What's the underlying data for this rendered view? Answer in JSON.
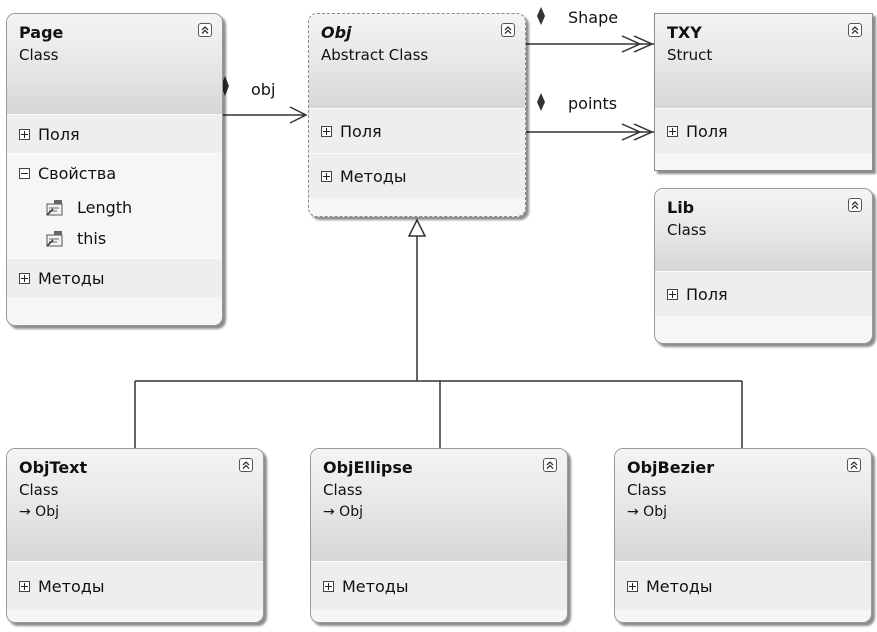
{
  "classes": {
    "page": {
      "name": "Page",
      "stereotype": "Class",
      "sections": [
        "Поля",
        "Свойства",
        "Методы"
      ],
      "properties": [
        "Length",
        "this"
      ]
    },
    "obj": {
      "name": "Obj",
      "stereotype": "Abstract Class",
      "sections": [
        "Поля",
        "Методы"
      ]
    },
    "txy": {
      "name": "TXY",
      "stereotype": "Struct",
      "sections": [
        "Поля"
      ]
    },
    "lib": {
      "name": "Lib",
      "stereotype": "Class",
      "sections": [
        "Поля"
      ]
    },
    "objtext": {
      "name": "ObjText",
      "stereotype": "Class",
      "inherits": "→ Obj",
      "sections": [
        "Методы"
      ]
    },
    "objellipse": {
      "name": "ObjEllipse",
      "stereotype": "Class",
      "inherits": "→ Obj",
      "sections": [
        "Методы"
      ]
    },
    "objbezier": {
      "name": "ObjBezier",
      "stereotype": "Class",
      "inherits": "→ Obj",
      "sections": [
        "Методы"
      ]
    }
  },
  "associations": {
    "page_obj": "obj",
    "obj_txy_shape": "Shape",
    "obj_txy_points": "points"
  },
  "colors": {
    "line": "#333333",
    "border": "#9a9a9a",
    "header_grad_end": "#d6d6d6",
    "shadow": "#6f6f6f"
  }
}
